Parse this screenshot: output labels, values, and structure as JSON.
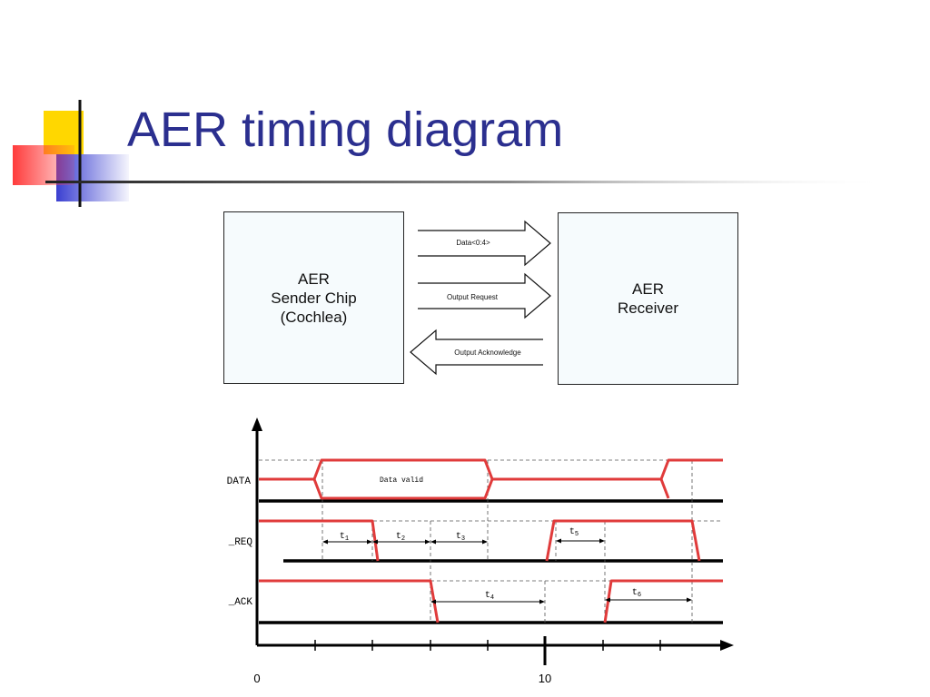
{
  "slide": {
    "title": "AER timing diagram"
  },
  "block_diagram": {
    "sender": {
      "lines": [
        "AER",
        "Sender Chip",
        "(Cochlea)"
      ]
    },
    "receiver": {
      "lines": [
        "AER",
        "Receiver"
      ]
    },
    "signals": [
      {
        "label": "Data<0:4>",
        "direction": "right"
      },
      {
        "label": "Output Request",
        "direction": "right"
      },
      {
        "label": "Output Acknowledge",
        "direction": "left"
      }
    ]
  },
  "timing_diagram": {
    "signals": [
      {
        "name": "DATA"
      },
      {
        "name": "_REQ"
      },
      {
        "name": "_ACK"
      }
    ],
    "data_annotation": "Data valid",
    "intervals": [
      {
        "label": "t",
        "sub": "1"
      },
      {
        "label": "t",
        "sub": "2"
      },
      {
        "label": "t",
        "sub": "3"
      },
      {
        "label": "t",
        "sub": "4"
      },
      {
        "label": "t",
        "sub": "5"
      },
      {
        "label": "t",
        "sub": "6"
      }
    ],
    "x_ticks": [
      {
        "value": 0,
        "label": "0"
      },
      {
        "value": 10,
        "label": "10"
      }
    ]
  },
  "colors": {
    "title": "#2b2f8f",
    "signal": "#e03b3b",
    "box_fill": "#f6fbfd",
    "deco_yellow": "#ffd700",
    "deco_blue": "#3a3fd1",
    "deco_red": "#ff3b3b"
  }
}
